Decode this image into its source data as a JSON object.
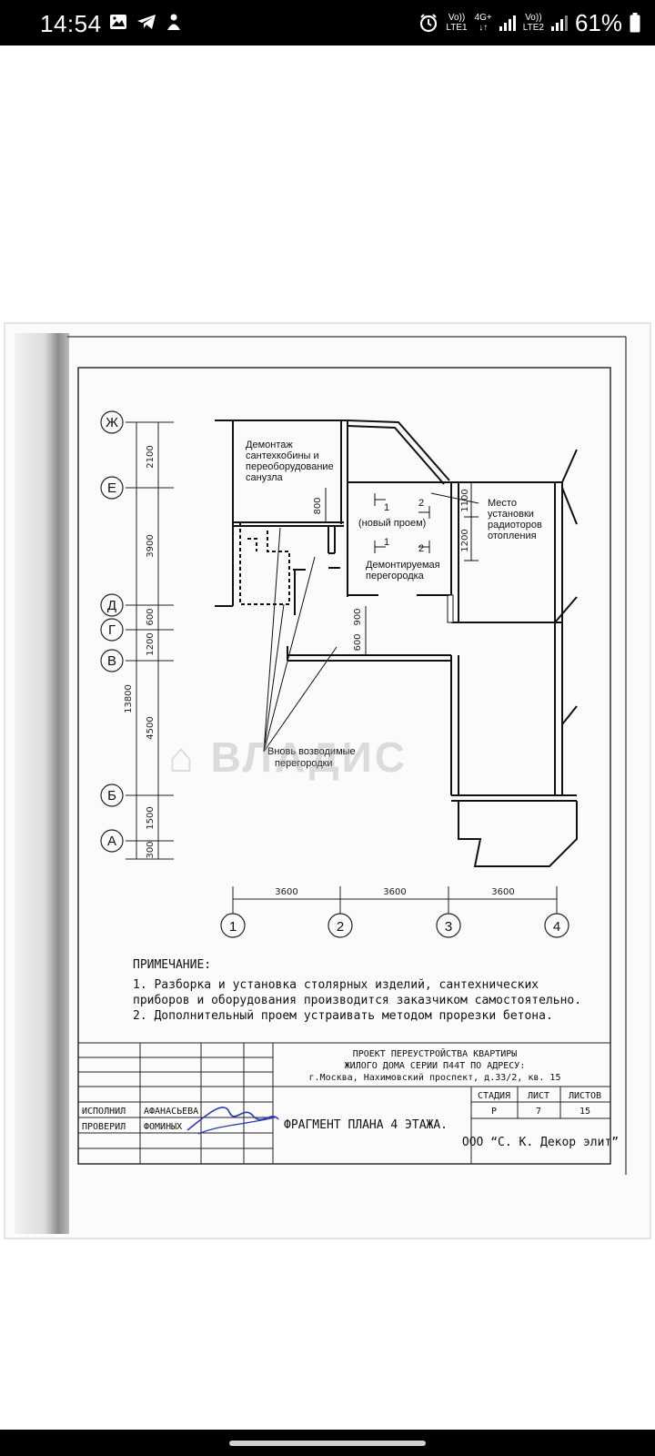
{
  "status_bar": {
    "time": "14:54",
    "notification_icons": [
      "image-icon",
      "telegram-icon",
      "app-icon"
    ],
    "alarm_icon": "alarm-icon",
    "sim1_label_top": "Vo))",
    "sim1_label_bottom": "LTE1",
    "network_type_top": "4G+",
    "network_type_bottom": "↓↑",
    "sim2_label_top": "Vo))",
    "sim2_label_bottom": "LTE2",
    "battery_percent": "61%"
  },
  "document": {
    "grid_rows": [
      "Ж",
      "Е",
      "Д",
      "Г",
      "В",
      "Б",
      "А"
    ],
    "grid_cols": [
      "1",
      "2",
      "3",
      "4"
    ],
    "vertical_dims": [
      "2100",
      "3900",
      "600",
      "1200",
      "4500",
      "1500",
      "300"
    ],
    "vertical_total": "13800",
    "horizontal_dims": [
      "3600",
      "3600",
      "3600"
    ],
    "inner_dims": [
      "800",
      "1100",
      "1200",
      "600",
      "900"
    ],
    "labels": {
      "demolish_bath": [
        "Демонтаж",
        "сантехкобины и",
        "переоборудование",
        "санузла"
      ],
      "radiator": [
        "Место",
        "установки",
        "радиоторов",
        "отопления"
      ],
      "new_opening": "(новый проем)",
      "demolish_partition": [
        "Демонтируемая",
        "перегородка"
      ],
      "new_partitions": [
        "Вновь возводимые",
        "перегородки"
      ],
      "section_1": "1",
      "section_2": "2"
    },
    "note_title": "ПРИМЕЧАНИЕ:",
    "note_lines": [
      "1. Разборка и установка столярных изделий, сантехнических",
      "приборов и оборудования производится заказчиком самостоятельно.",
      "2. Дополнительный проем устраивать методом прорезки бетона."
    ],
    "title_block": {
      "project_lines": [
        "ПРОЕКТ ПЕРЕУСТРОЙСТВА КВАРТИРЫ",
        "ЖИЛОГО ДОМА СЕРИИ П44Т ПО АДРЕСУ:",
        "г.Москва, Нахимовский проспект, д.33/2, кв. 15"
      ],
      "performed_label": "ИСПОЛНИЛ",
      "performed_name": "АФАНАСЬЕВА",
      "checked_label": "ПРОВЕРИЛ",
      "checked_name": "ФОМИНЫХ",
      "sheet_title": "ФРАГМЕНТ ПЛАНА 4 ЭТАЖА.",
      "stage_header": "СТАДИЯ",
      "sheet_header": "ЛИСТ",
      "sheets_header": "ЛИСТОВ",
      "stage_value": "Р",
      "sheet_value": "7",
      "sheets_value": "15",
      "company": "ООО “С. К. Декор элит”"
    },
    "watermark": "ВЛАДИС"
  },
  "nav_bar": {
    "home_indicator": "home-indicator"
  }
}
